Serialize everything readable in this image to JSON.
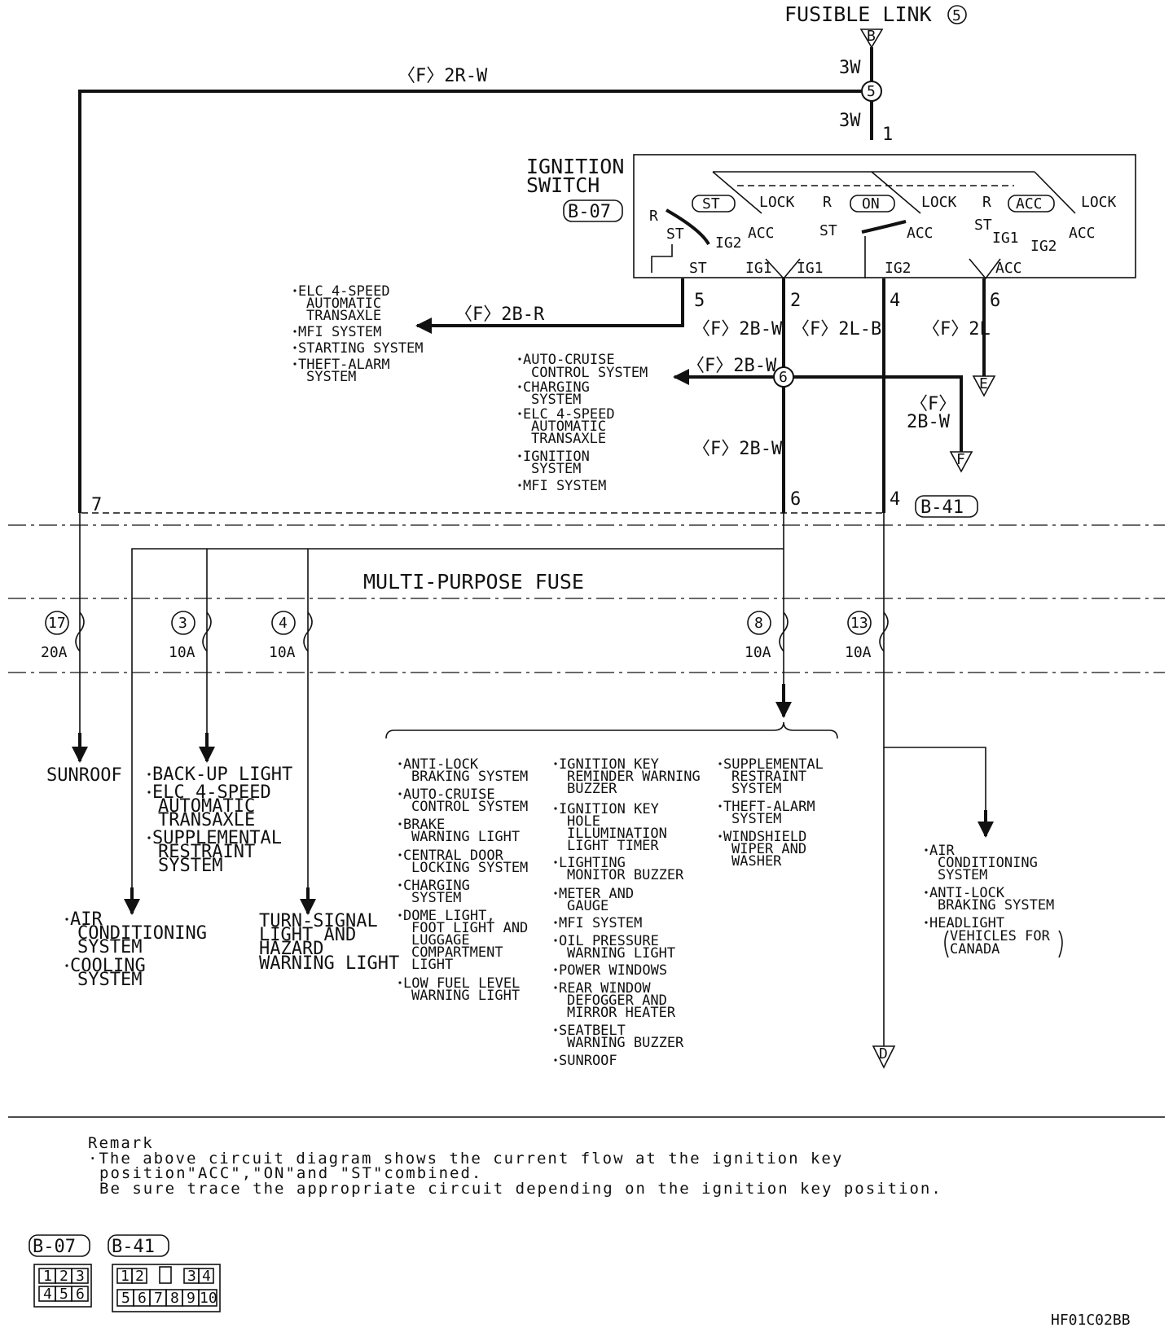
{
  "header": {
    "fusible_link": "FUSIBLE LINK",
    "fusible_link_num": "5",
    "connector_b": "B",
    "wire_3w_top": "3W",
    "wire_3w_bottom": "3W",
    "pin1": "1"
  },
  "top_wire": "〈F〉2R-W",
  "ignition_switch": {
    "title_l1": "IGNITION",
    "title_l2": "SWITCH",
    "connector": "B-07",
    "sw1": {
      "mode": "ST",
      "lock": "LOCK",
      "r": "R",
      "st": "ST",
      "ig2": "IG2",
      "acc": "ACC"
    },
    "sw2": {
      "mode": "ON",
      "lock": "LOCK",
      "r": "R",
      "st": "ST",
      "acc": "ACC"
    },
    "sw3": {
      "mode": "ACC",
      "lock": "LOCK",
      "r": "R",
      "st": "ST",
      "ig1": "IG1",
      "ig2": "IG2",
      "acc": "ACC"
    },
    "bottom": {
      "st": "ST",
      "ig1a": "IG1",
      "ig1b": "IG1",
      "ig2": "IG2",
      "acc": "ACC"
    }
  },
  "pins": {
    "p5": "5",
    "p2": "2",
    "p4": "4",
    "p6": "6",
    "p6b": "6",
    "p4b": "4",
    "p7": "7"
  },
  "wires": {
    "w5": "〈F〉2B-R",
    "w2": "〈F〉2B-W",
    "w4": "〈F〉2L-B",
    "w6": "〈F〉2L",
    "w_branch": "〈F〉2B-W",
    "w_down": "〈F〉2B-W",
    "wf_l1": "〈F〉",
    "wf_l2": "2B-W"
  },
  "junction6": "6",
  "connectors": {
    "e": "E",
    "f": "F",
    "d": "D",
    "b41": "B-41"
  },
  "list_st": [
    "ELC 4-SPEED",
    "AUTOMATIC",
    "TRANSAXLE",
    "MFI SYSTEM",
    "STARTING SYSTEM",
    "THEFT-ALARM",
    "SYSTEM"
  ],
  "list_ig1": [
    "AUTO-CRUISE",
    "CONTROL SYSTEM",
    "CHARGING",
    "SYSTEM",
    "ELC 4-SPEED",
    "AUTOMATIC",
    "TRANSAXLE",
    "IGNITION",
    "SYSTEM",
    "MFI SYSTEM"
  ],
  "fuse_box": {
    "title": "MULTI-PURPOSE FUSE"
  },
  "fuses": [
    {
      "num": "17",
      "rating": "20A"
    },
    {
      "num": "3",
      "rating": "10A"
    },
    {
      "num": "4",
      "rating": "10A"
    },
    {
      "num": "8",
      "rating": "10A"
    },
    {
      "num": "13",
      "rating": "10A"
    }
  ],
  "loads": {
    "sunroof": "SUNROOF",
    "backup": [
      "BACK-UP LIGHT",
      "ELC 4-SPEED",
      "AUTOMATIC",
      "TRANSAXLE",
      "SUPPLEMENTAL",
      "RESTRAINT",
      "SYSTEM"
    ],
    "aircon": [
      "AIR",
      "CONDITIONING",
      "SYSTEM",
      "COOLING",
      "SYSTEM"
    ],
    "turn": [
      "TURN-SIGNAL",
      "LIGHT AND",
      "HAZARD",
      "WARNING LIGHT"
    ],
    "col1": [
      "ANTI-LOCK",
      "BRAKING SYSTEM",
      "AUTO-CRUISE",
      "CONTROL SYSTEM",
      "BRAKE",
      "WARNING LIGHT",
      "CENTRAL DOOR",
      "LOCKING SYSTEM",
      "CHARGING",
      "SYSTEM",
      "DOME LIGHT,",
      "FOOT LIGHT AND",
      "LUGGAGE",
      "COMPARTMENT",
      "LIGHT",
      "LOW FUEL LEVEL",
      "WARNING LIGHT"
    ],
    "col2": [
      "IGNITION KEY",
      "REMINDER WARNING",
      "BUZZER",
      "IGNITION KEY",
      "HOLE",
      "ILLUMINATION",
      "LIGHT TIMER",
      "LIGHTING",
      "MONITOR BUZZER",
      "METER AND",
      "GAUGE",
      "MFI SYSTEM",
      "OIL PRESSURE",
      "WARNING LIGHT",
      "POWER WINDOWS",
      "REAR WINDOW",
      "DEFOGGER AND",
      "MIRROR HEATER",
      "SEATBELT",
      "WARNING BUZZER",
      "SUNROOF"
    ],
    "col3": [
      "SUPPLEMENTAL",
      "RESTRAINT",
      "SYSTEM",
      "THEFT-ALARM",
      "SYSTEM",
      "WINDSHIELD",
      "WIPER AND",
      "WASHER"
    ],
    "col4": [
      "AIR",
      "CONDITIONING",
      "SYSTEM",
      "ANTI-LOCK",
      "BRAKING SYSTEM",
      "HEADLIGHT",
      "VEHICLES FOR",
      "CANADA"
    ]
  },
  "remark": {
    "title": "Remark",
    "line1": "·The above circuit diagram shows the current flow at the ignition key",
    "line2": "position\"ACC\",\"ON\"and \"ST\"combined.",
    "line3": "Be sure trace the appropriate circuit depending on the ignition key position."
  },
  "connector_views": {
    "b07": {
      "label": "B-07",
      "pins": [
        "1",
        "2",
        "3",
        "4",
        "5",
        "6"
      ]
    },
    "b41": {
      "label": "B-41",
      "pins_top": [
        "1",
        "2",
        "3",
        "4"
      ],
      "pins_bottom": [
        "5",
        "6",
        "7",
        "8",
        "9",
        "10"
      ]
    }
  },
  "code": "HF01C02BB"
}
